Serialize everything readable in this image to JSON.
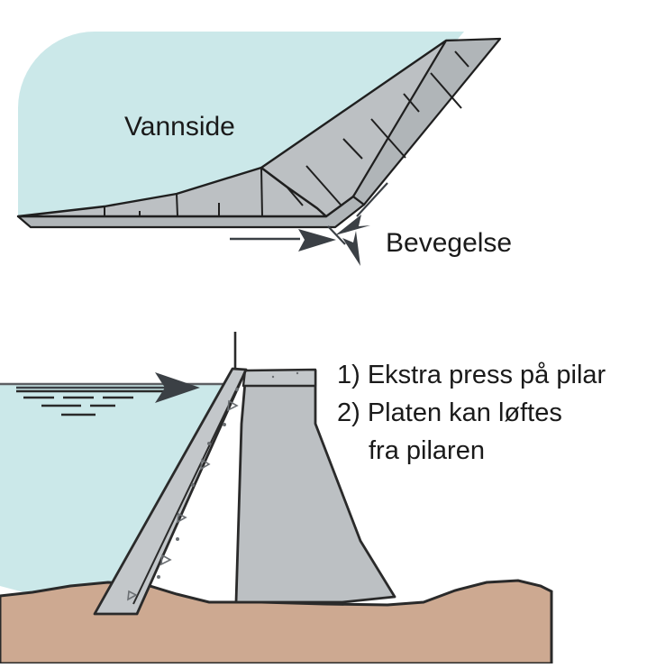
{
  "figure": {
    "title_text_absent": true,
    "panels": [
      {
        "id": "upper-panel",
        "name": "plate-uplift-movement-diagram",
        "labels": {
          "water_side": "Vannside",
          "movement": "Bevegelse"
        },
        "icons": {
          "movement_arrow_diagonal": "arrow-down-left-icon",
          "movement_arrow_horizontal": "arrow-right-icon",
          "movement_arrow_down": "arrow-down-right-icon"
        },
        "colors": {
          "water": "#cbe8e9",
          "concrete": "#bcc0c3",
          "concrete_shadow": "#b0b5b8",
          "outline": "#1f1f1f"
        }
      },
      {
        "id": "lower-panel",
        "name": "dam-pillar-section-diagram",
        "callouts": [
          "1) Ekstra press på pilar",
          "2) Platen kan løftes",
          "fra pilaren"
        ],
        "icons": {
          "water_flow_arrow": "arrow-right-icon",
          "water_level_lines": "water-surface-lines-icon",
          "aggregate_marks": "concrete-aggregate-icon"
        },
        "colors": {
          "water": "#cbe8e9",
          "ground": "#cda991",
          "concrete": "#bcc0c3",
          "concrete_light": "#c3c7ca",
          "outline": "#2a2a2a"
        }
      }
    ]
  }
}
